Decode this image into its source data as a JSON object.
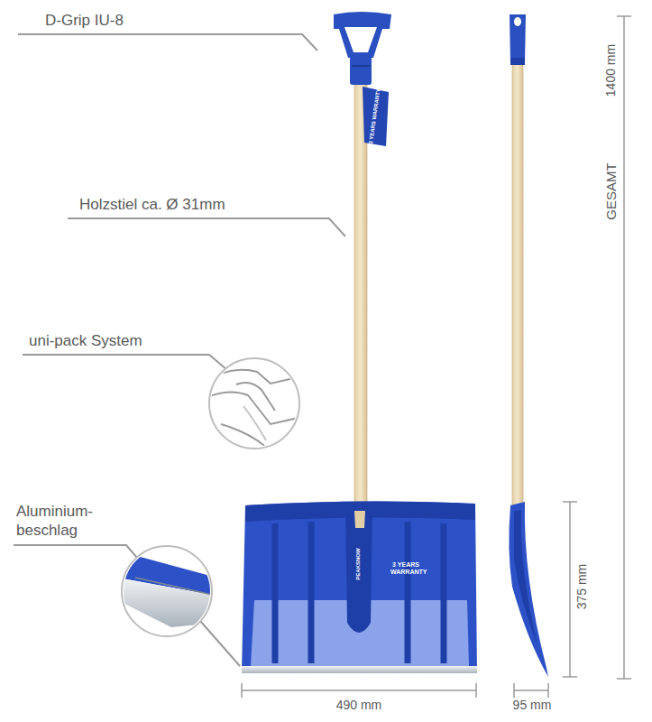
{
  "diagram": {
    "labels": [
      "D-Grip IU-8",
      "Holzstiel ca. Ø 31mm",
      "uni-pack System",
      "Aluminium- beschlag",
      "GESAMT",
      "1400 mm",
      "375 mm",
      "490 mm",
      "95 mm",
      "3 YEARS WARRANTY",
      "PEAKSNOW",
      "3 YEARS WARRANTY"
    ]
  }
}
